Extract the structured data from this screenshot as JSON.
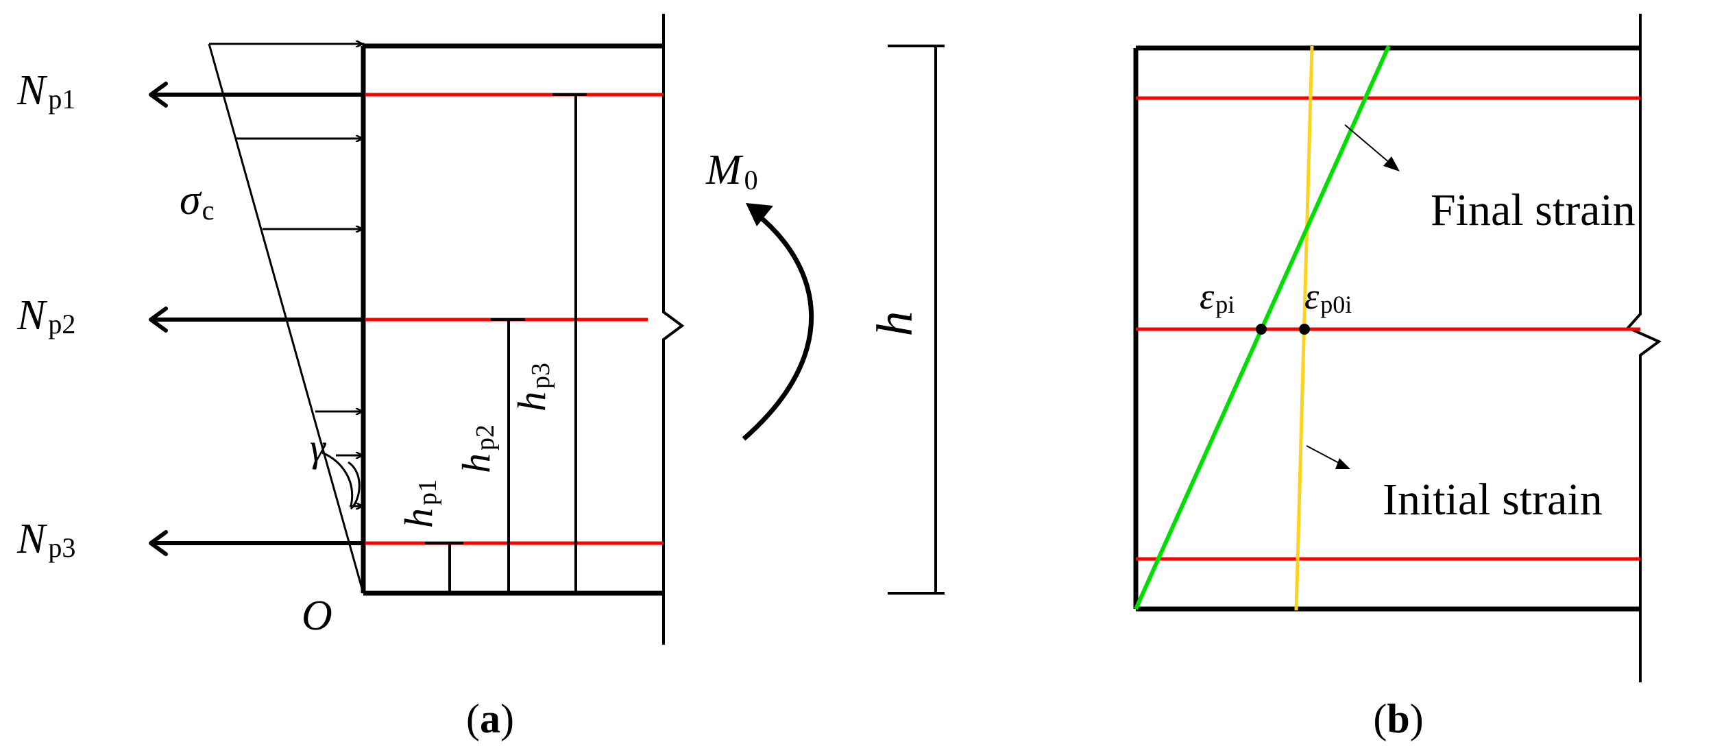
{
  "panel_a": {
    "forces": [
      {
        "sym": "N",
        "sub": "p1"
      },
      {
        "sym": "N",
        "sub": "p2"
      },
      {
        "sym": "N",
        "sub": "p3"
      }
    ],
    "stress": {
      "sym": "σ",
      "sub": "c"
    },
    "angle": "γ",
    "origin": "O",
    "moment": {
      "sym": "M",
      "sub": "0"
    },
    "height": "h",
    "heights": [
      {
        "sym": "h",
        "sub": "p1"
      },
      {
        "sym": "h",
        "sub": "p2"
      },
      {
        "sym": "h",
        "sub": "p3"
      }
    ],
    "caption": {
      "open": "(",
      "letter": "a",
      "close": ")"
    }
  },
  "panel_b": {
    "strain_pi": {
      "sym": "ε",
      "sub": "pi"
    },
    "strain_p0i": {
      "sym": "ε",
      "sub": "p0i"
    },
    "final_label": "Final strain",
    "initial_label": "Initial strain",
    "caption": {
      "open": "(",
      "letter": "b",
      "close": ")"
    },
    "colors": {
      "tendon": "#ff0000",
      "final": "#00dd00",
      "initial": "#ffd21e"
    }
  },
  "colors": {
    "line": "#000000",
    "tendon": "#ff0000"
  }
}
